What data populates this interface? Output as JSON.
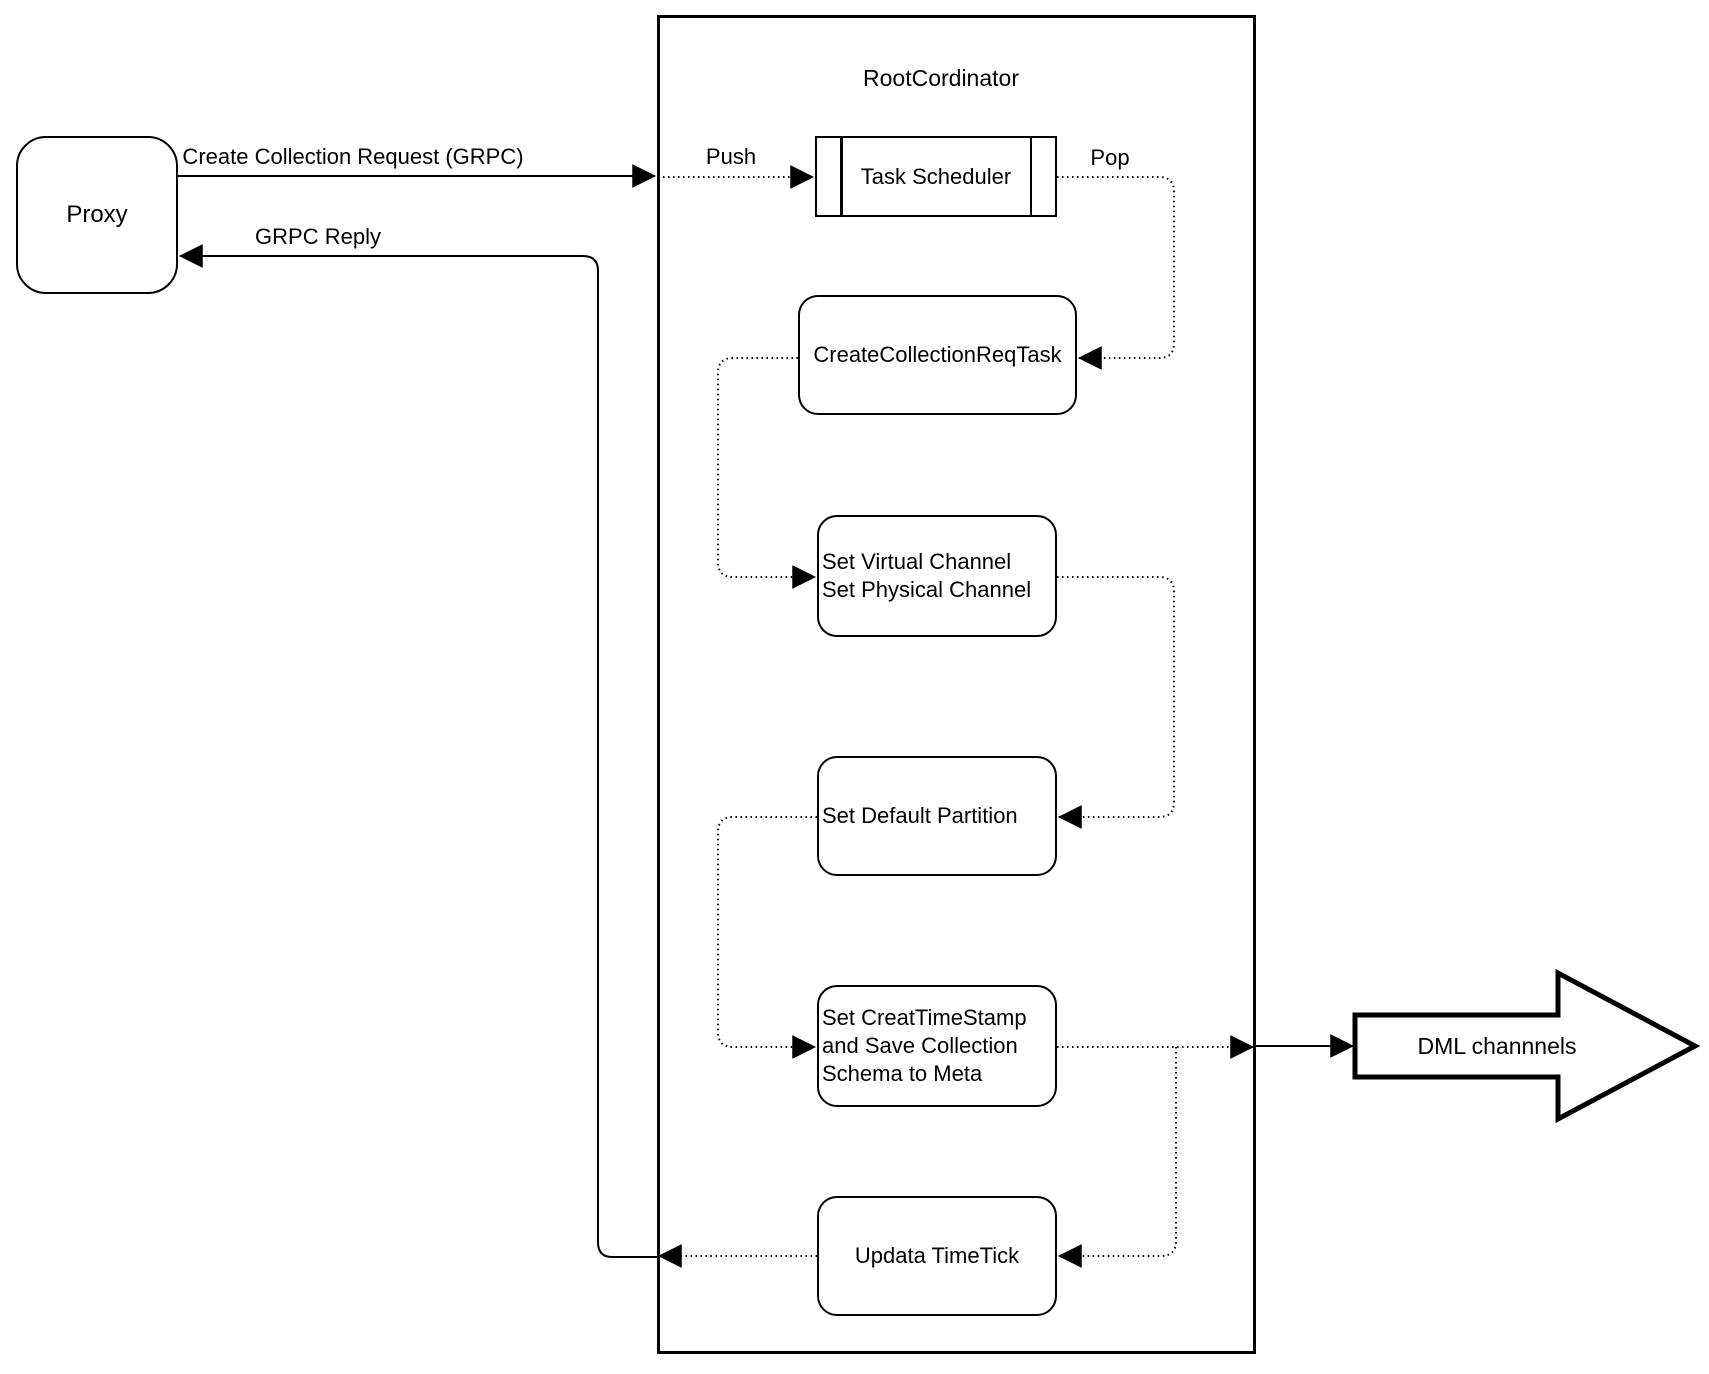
{
  "diagram": {
    "title": "RootCordinator",
    "nodes": {
      "proxy": {
        "label": "Proxy"
      },
      "task_scheduler": {
        "label": "Task Scheduler"
      },
      "create_collection_req_task": {
        "label": "CreateCollectionReqTask"
      },
      "set_channels": {
        "line1": "Set Virtual Channel",
        "line2": "Set Physical Channel"
      },
      "set_default_partition": {
        "label": "Set Default Partition"
      },
      "set_creat_timestamp": {
        "line1": "Set CreatTimeStamp",
        "line2": "and Save Collection",
        "line3": "Schema to Meta"
      },
      "updata_timetick": {
        "label": "Updata TimeTick"
      },
      "dml_channels": {
        "label": "DML channnels"
      }
    },
    "edges": {
      "create_collection_request": {
        "label": "Create Collection Request (GRPC)"
      },
      "grpc_reply": {
        "label": "GRPC Reply"
      },
      "push": {
        "label": "Push"
      },
      "pop": {
        "label": "Pop"
      }
    },
    "colors": {
      "stroke": "#000000",
      "background": "#ffffff"
    }
  }
}
